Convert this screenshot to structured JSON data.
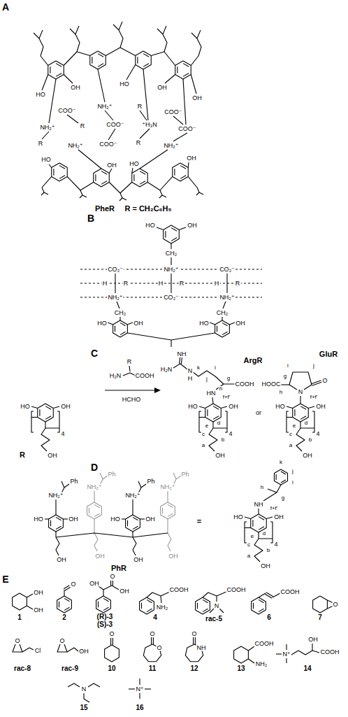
{
  "diagram": {
    "labels": [
      "A",
      "HO",
      "OH",
      "HO",
      "OH",
      "OH",
      "COO⁻",
      "NH₂⁺",
      "R",
      "COO⁻",
      "NH₂⁺",
      "R",
      "COO⁻",
      "⁺H₃N",
      "COO⁻",
      "R",
      "NH₂⁺",
      "COO⁻",
      "R",
      "NH₂⁺",
      "HO",
      "OH",
      "HO",
      "OH",
      "PheR",
      "R = CH₂C₆H₅",
      "B",
      "HO",
      "OH",
      "CH₂",
      "CO₂⁻",
      "NH₂⁺",
      "CO₂⁻",
      "H",
      "R",
      "H",
      "R",
      "H",
      "R",
      "NH₂⁺",
      "CO₂⁻",
      "NH₂⁺",
      "CH₂",
      "CH₂",
      "HO",
      "OH",
      "HO",
      "OH",
      "C",
      "HO",
      "OH",
      "4",
      "OH",
      "R",
      "R",
      "H₂N",
      "COOH",
      "HCHO",
      "NH",
      "H₂N",
      "N",
      "H",
      "k",
      "j",
      "i",
      "g",
      "COOH",
      "h",
      "HN",
      "f+f'",
      "ArgR",
      "HO",
      "OH",
      "e",
      "d",
      "c",
      "b",
      "a",
      "OH",
      "4",
      "or",
      "O",
      "j",
      "i",
      "HOOC",
      "g",
      "h",
      "N",
      "f+f'",
      "GluR",
      "HO",
      "OH",
      "e",
      "d",
      "c",
      "b",
      "a",
      "OH",
      "4",
      "D",
      "NH₂⁺",
      "NH₂⁺",
      "NH₂⁺",
      "NH₂⁺",
      "Ph",
      "Ph",
      "Ph",
      "Ph",
      "HO",
      "OH",
      "HO",
      "OH",
      "OH",
      "OH",
      "OH",
      "OH",
      "PhR",
      "=",
      "k",
      "j",
      "i",
      "h",
      "g",
      "NH",
      "f+f'",
      "HO",
      "OH",
      "e",
      "d",
      "c",
      "b",
      "a",
      "OH",
      "4",
      "E",
      "OH",
      "OH",
      "1",
      "O",
      "2",
      "OH",
      "O",
      "OH",
      "(R)-3",
      "(S)-3",
      "NH₂",
      "COOH",
      "4",
      "N",
      "COOH",
      "rac-5",
      "COOH",
      "6",
      "O",
      "7",
      "O",
      "Cl",
      "rac-8",
      "O",
      "OH",
      "rac-9",
      "O",
      "10",
      "O",
      "O",
      "11",
      "O",
      "NH",
      "12",
      "COOH",
      "NH₂",
      "13",
      "N⁺",
      "OH",
      "COOH",
      "14",
      "N",
      "15",
      "N⁺",
      "16"
    ]
  }
}
